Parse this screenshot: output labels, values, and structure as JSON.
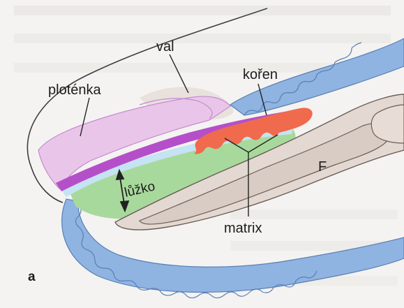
{
  "labels": {
    "val": "val",
    "plotenka": "ploténka",
    "koren": "kořen",
    "luzko": "lůžko",
    "matrix": "matrix",
    "falanga": "F",
    "panel": "a"
  },
  "colors": {
    "background": "#f4f3f1",
    "epidermis_blue": "#8fb4e1",
    "nail_plate_pink": "#e9c6e9",
    "nail_plate_edge": "#c689d2",
    "root_purple": "#b54fc9",
    "matrix_red": "#f06a4e",
    "bed_green": "#a8d99c",
    "bed_light_blue": "#c5e3f2",
    "bone_fill": "#e3d9d2",
    "bone_stroke": "#6a5d55",
    "outline": "#3d3d3d"
  }
}
